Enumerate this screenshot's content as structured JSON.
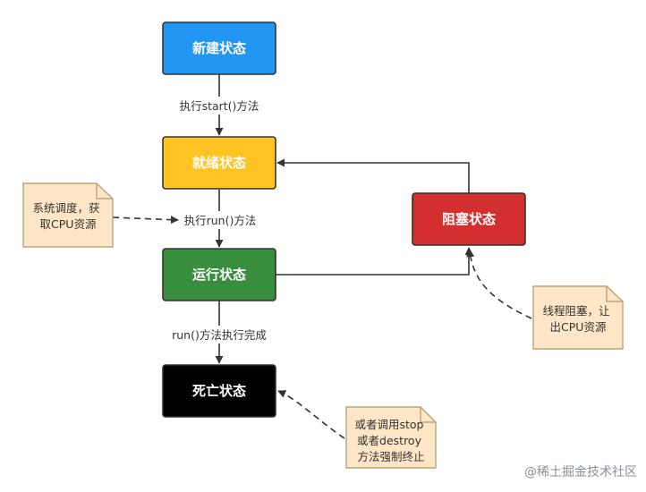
{
  "states": {
    "new": {
      "label": "新建状态",
      "fill": "#2196F3",
      "text_color": "#ffffff"
    },
    "ready": {
      "label": "就绪状态",
      "fill": "#FFC324",
      "text_color": "#ffffff"
    },
    "blocked": {
      "label": "阻塞状态",
      "fill": "#D32F2F",
      "text_color": "#ffffff"
    },
    "running": {
      "label": "运行状态",
      "fill": "#388E3C",
      "text_color": "#ffffff"
    },
    "dead": {
      "label": "死亡状态",
      "fill": "#000000",
      "text_color": "#ffffff"
    }
  },
  "transitions": {
    "new_to_ready": "执行start()方法",
    "ready_to_running": "执行run()方法",
    "running_to_dead": "run()方法执行完成"
  },
  "notes": {
    "fill": "#FFE6C6",
    "border": "#B9A37C",
    "schedule": [
      "系统调度，获",
      "取CPU资源"
    ],
    "block": [
      "线程阻塞，让",
      "出CPU资源"
    ],
    "stop": [
      "或者调用stop",
      "或者destroy",
      "方法强制终止"
    ]
  },
  "watermark": "@稀土掘金技术社区"
}
